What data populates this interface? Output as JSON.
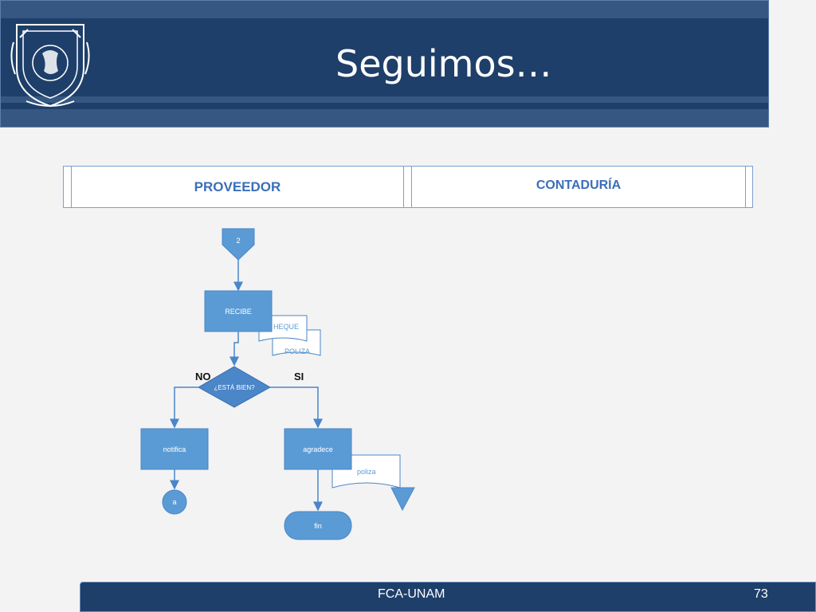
{
  "header": {
    "title": "Seguimos…"
  },
  "lanes": {
    "left": "PROVEEDOR",
    "right": "CONTADURÍA"
  },
  "diagram": {
    "connector_top": "2",
    "recibe": "RECIBE",
    "doc_cheque": "HEQUE",
    "doc_poliza": "POLIZA",
    "decision": "¿ESTÁ BIEN?",
    "label_no": "NO",
    "label_si": "SI",
    "notifica": "notifica",
    "agradece": "agradece",
    "doc_poliza2": "poliza",
    "connector_a": "a",
    "fin": "fin"
  },
  "footer": {
    "org": "FCA-UNAM",
    "page": "73"
  },
  "colors": {
    "header_bg": "#1e3f6a",
    "shape_fill": "#5b9bd5",
    "shape_stroke": "#4a86c8",
    "lane_text": "#3a6fb8"
  }
}
